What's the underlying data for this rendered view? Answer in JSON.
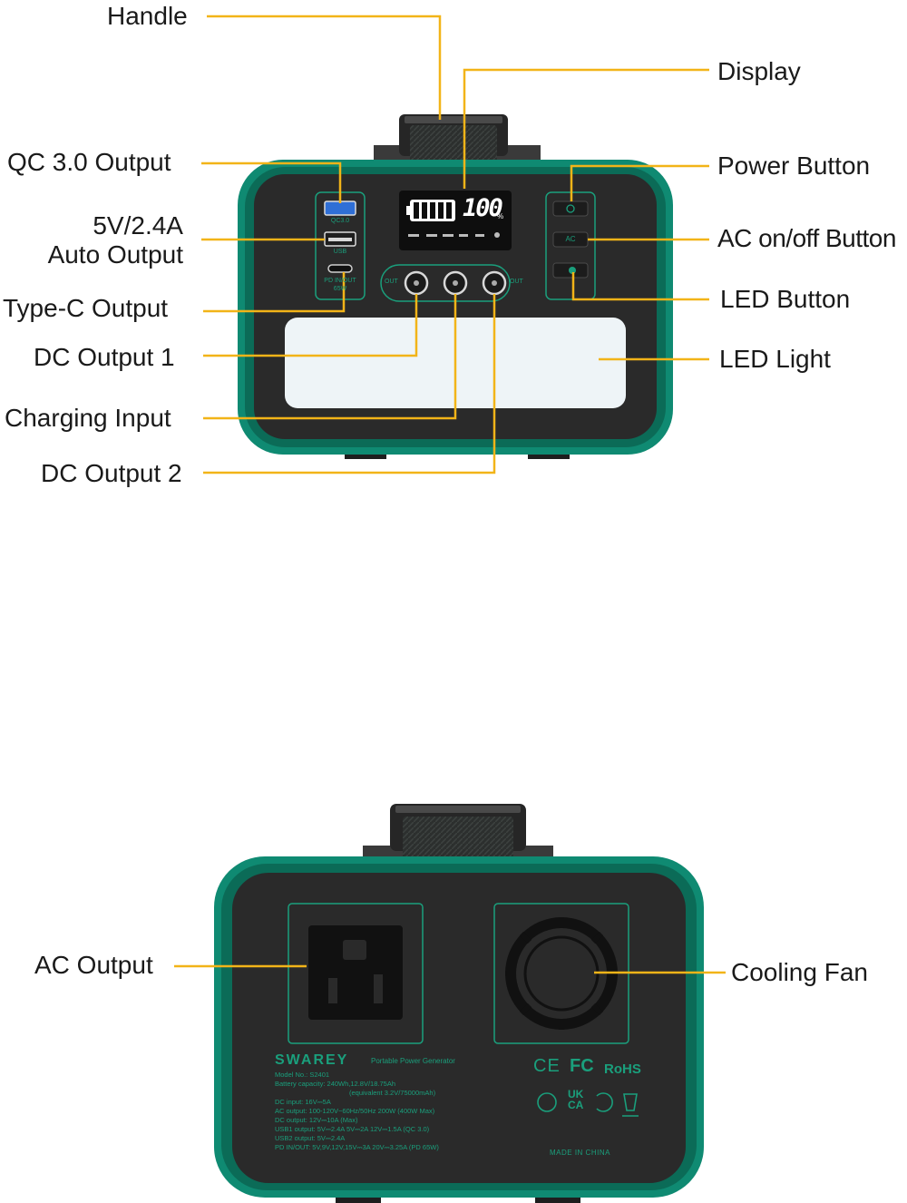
{
  "colors": {
    "leader": "#f2b418",
    "teal": "#0f8a72",
    "teal_dark": "#0b6b57",
    "body": "#2a2a2a",
    "panel_text": "#1a9f7c",
    "led_light": "#eef4f7"
  },
  "front": {
    "labels": {
      "handle": "Handle",
      "display": "Display",
      "qc30": "QC 3.0 Output",
      "usb_auto_line1": "5V/2.4A",
      "usb_auto_line2": "Auto Output",
      "power_button": "Power Button",
      "ac_button": "AC on/off Button",
      "typec": "Type-C Output",
      "led_button": "LED Button",
      "dc1": "DC Output 1",
      "led_light": "LED Light",
      "charging": "Charging Input",
      "dc2": "DC Output 2"
    },
    "device_text": {
      "qc": "QC3.0",
      "usb": "USB",
      "pd_line1": "PD IN/OUT",
      "pd_line2": "65W",
      "out_left": "OUT",
      "out_right": "OUT",
      "ac_key": "AC",
      "display_value": "100",
      "display_unit": "%"
    }
  },
  "back": {
    "labels": {
      "ac_output": "AC Output",
      "cooling_fan": "Cooling Fan"
    },
    "brand": "SWAREY",
    "brand_sub": "Portable Power Generator",
    "specs": [
      "Model No.: S2401",
      "Battery capacity: 240Wh,12.8V/18.75Ah",
      "(equivalent 3.2V/75000mAh)",
      "DC input: 16V⎓5A",
      "AC output: 100-120V~60Hz/50Hz 200W (400W Max)",
      "DC output: 12V⎓10A (Max)",
      "USB1 output: 5V⎓2.4A 5V⎓2A 12V⎓1.5A (QC 3.0)",
      "USB2 output: 5V⎓2.4A",
      "PD IN/OUT: 5V,9V,12V,15V⎓3A 20V⎓3.25A (PD 65W)"
    ],
    "certs": [
      "CE",
      "FC",
      "RoHS",
      "UK CA"
    ],
    "made_in": "MADE IN CHINA"
  }
}
